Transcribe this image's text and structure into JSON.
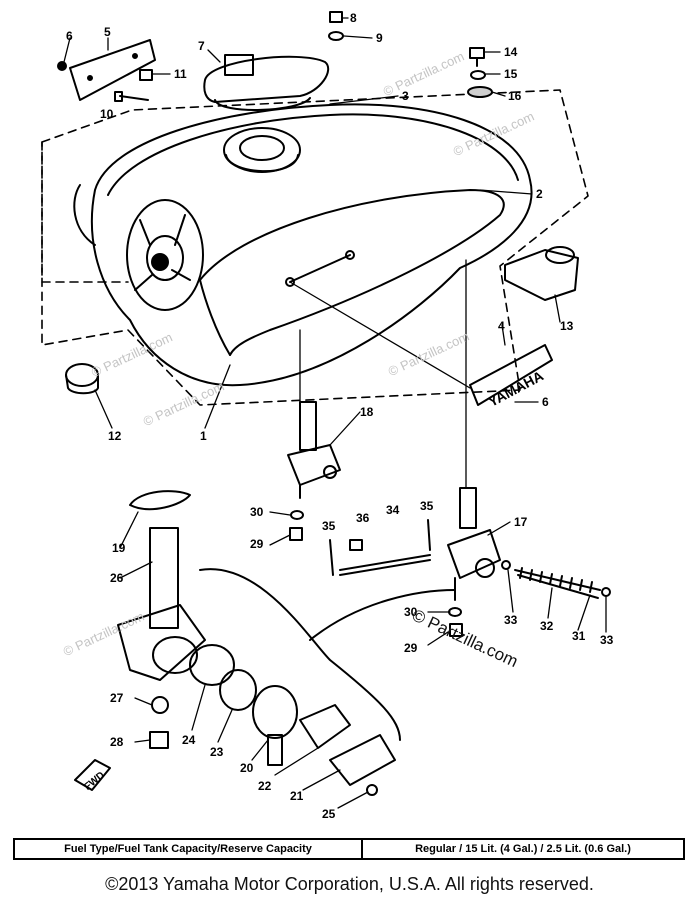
{
  "callouts": {
    "c1": "1",
    "c2": "2",
    "c3": "3",
    "c4": "4",
    "c5": "5",
    "c6a": "6",
    "c6b": "6",
    "c7": "7",
    "c8": "8",
    "c9": "9",
    "c10": "10",
    "c11": "11",
    "c12": "12",
    "c13": "13",
    "c14": "14",
    "c15": "15",
    "c16": "16",
    "c17": "17",
    "c18": "18",
    "c19": "19",
    "c20": "20",
    "c21": "21",
    "c22": "22",
    "c23": "23",
    "c24": "24",
    "c25": "25",
    "c26": "26",
    "c27": "27",
    "c28": "28",
    "c29a": "29",
    "c29b": "29",
    "c30a": "30",
    "c30b": "30",
    "c31": "31",
    "c32": "32",
    "c33a": "33",
    "c33b": "33",
    "c34": "34",
    "c35a": "35",
    "c35b": "35",
    "c36": "36"
  },
  "emblem_text": "YAMAHA",
  "fwd_mark": "FWD",
  "watermarks": {
    "w1": "© Partzilla.com",
    "w2": "© Partzilla.com",
    "w3": "© Partzilla.com",
    "w4": "© Partzilla.com",
    "w5": "© Partzilla.com",
    "w6": "© Partzilla.com",
    "main": "© Partzilla.com"
  },
  "spec": {
    "label": "Fuel Type/Fuel Tank Capacity/Reserve Capacity",
    "value": "Regular / 15 Lit. (4 Gal.) / 2.5 Lit. (0.6 Gal.)"
  },
  "copyright": "©2013 Yamaha Motor Corporation, U.S.A. All rights reserved."
}
